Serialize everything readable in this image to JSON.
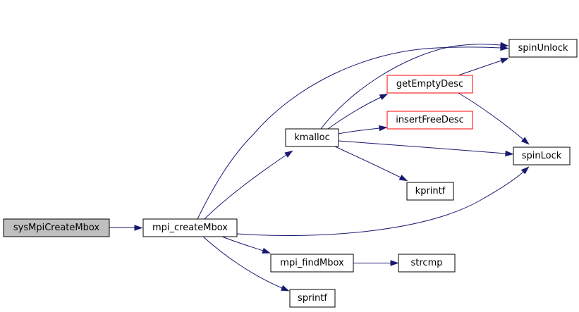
{
  "graph": {
    "colors": {
      "edge": "#191970",
      "node_border": "#000000",
      "node_border_truncated": "#ff0000",
      "root_fill": "#bfbfbf",
      "node_fill": "#ffffff",
      "text": "#000000"
    },
    "nodes": [
      {
        "id": "sysMpiCreateMbox",
        "label": "sysMpiCreateMbox",
        "style": "root"
      },
      {
        "id": "mpi_createMbox",
        "label": "mpi_createMbox",
        "style": "normal"
      },
      {
        "id": "kmalloc",
        "label": "kmalloc",
        "style": "normal"
      },
      {
        "id": "getEmptyDesc",
        "label": "getEmptyDesc",
        "style": "truncated"
      },
      {
        "id": "insertFreeDesc",
        "label": "insertFreeDesc",
        "style": "truncated"
      },
      {
        "id": "spinUnlock",
        "label": "spinUnlock",
        "style": "normal"
      },
      {
        "id": "spinLock",
        "label": "spinLock",
        "style": "normal"
      },
      {
        "id": "kprintf",
        "label": "kprintf",
        "style": "normal"
      },
      {
        "id": "mpi_findMbox",
        "label": "mpi_findMbox",
        "style": "normal"
      },
      {
        "id": "strcmp",
        "label": "strcmp",
        "style": "normal"
      },
      {
        "id": "sprintf",
        "label": "sprintf",
        "style": "normal"
      }
    ],
    "edges": [
      {
        "from": "sysMpiCreateMbox",
        "to": "mpi_createMbox"
      },
      {
        "from": "mpi_createMbox",
        "to": "kmalloc"
      },
      {
        "from": "mpi_createMbox",
        "to": "spinUnlock"
      },
      {
        "from": "mpi_createMbox",
        "to": "spinLock"
      },
      {
        "from": "mpi_createMbox",
        "to": "mpi_findMbox"
      },
      {
        "from": "mpi_createMbox",
        "to": "sprintf"
      },
      {
        "from": "kmalloc",
        "to": "getEmptyDesc"
      },
      {
        "from": "kmalloc",
        "to": "insertFreeDesc"
      },
      {
        "from": "kmalloc",
        "to": "spinUnlock"
      },
      {
        "from": "kmalloc",
        "to": "spinLock"
      },
      {
        "from": "kmalloc",
        "to": "kprintf"
      },
      {
        "from": "getEmptyDesc",
        "to": "spinUnlock"
      },
      {
        "from": "getEmptyDesc",
        "to": "spinLock"
      },
      {
        "from": "mpi_findMbox",
        "to": "strcmp"
      }
    ]
  }
}
